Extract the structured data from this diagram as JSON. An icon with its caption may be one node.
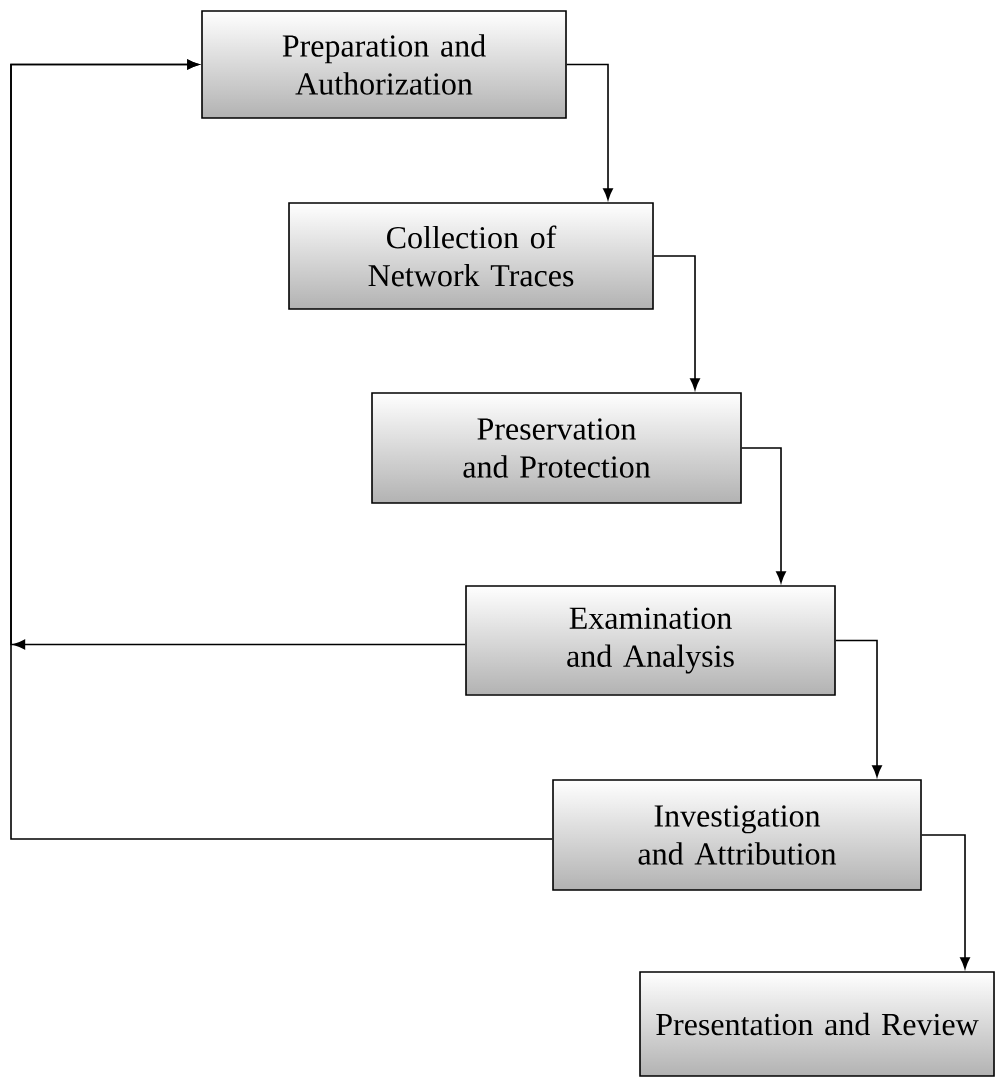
{
  "diagram": {
    "nodes": [
      {
        "text": [
          "Preparation and Authorization"
        ]
      },
      {
        "text": [
          "Collection of Network Traces"
        ]
      },
      {
        "text": [
          "Preservation and Protection"
        ]
      },
      {
        "text": [
          "Examination and Analysis"
        ]
      },
      {
        "text": [
          "Investigation and Attribution"
        ]
      },
      {
        "text": [
          "Presentation and Review"
        ]
      }
    ],
    "edges": [
      {
        "from": 0,
        "to": 1,
        "arrow": "to"
      },
      {
        "from": 1,
        "to": 2,
        "arrow": "to"
      },
      {
        "from": 2,
        "to": 3,
        "arrow": "to"
      },
      {
        "from": 3,
        "to": 4,
        "arrow": "to"
      },
      {
        "from": 4,
        "to": 5,
        "arrow": "to"
      },
      {
        "from": 3,
        "to": 0,
        "arrow": "to"
      },
      {
        "from": 4,
        "to": 0,
        "arrow": "to"
      }
    ]
  }
}
